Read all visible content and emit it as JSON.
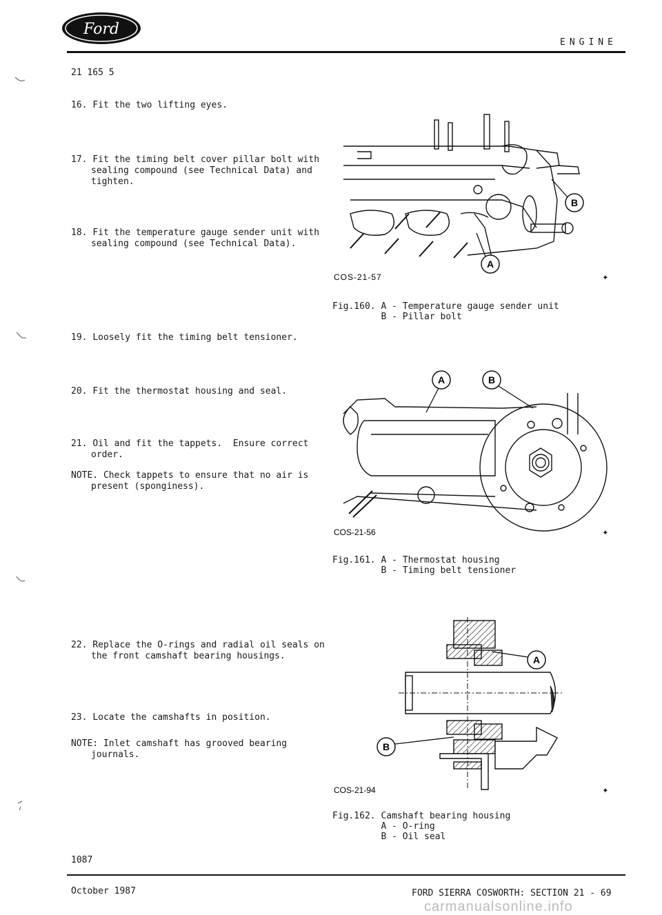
{
  "header": {
    "logo_text": "Ford",
    "section": "ENGINE",
    "doc_number": "21 165 5"
  },
  "steps": [
    {
      "num": "16.",
      "lines": [
        "Fit the two lifting eyes."
      ]
    },
    {
      "num": "17.",
      "lines": [
        "Fit the timing belt cover pillar bolt with",
        "sealing compound (see Technical Data) and",
        "tighten."
      ]
    },
    {
      "num": "18.",
      "lines": [
        "Fit the temperature gauge sender unit with",
        "sealing compound (see Technical Data)."
      ]
    },
    {
      "num": "19.",
      "lines": [
        "Loosely fit the timing belt tensioner."
      ]
    },
    {
      "num": "20.",
      "lines": [
        "Fit the thermostat housing and seal."
      ]
    },
    {
      "num": "21.",
      "lines": [
        "Oil and fit the tappets.  Ensure correct",
        "order."
      ]
    },
    {
      "num": "NOTE.",
      "lines": [
        "Check tappets to ensure that no air is",
        "present (sponginess)."
      ]
    },
    {
      "num": "22.",
      "lines": [
        "Replace the O-rings and radial oil seals on",
        "the front camshaft bearing housings."
      ]
    },
    {
      "num": "23.",
      "lines": [
        "Locate the camshafts in position."
      ]
    },
    {
      "num": "NOTE:",
      "lines": [
        "Inlet camshaft has grooved bearing",
        "journals."
      ]
    }
  ],
  "figures": [
    {
      "code": "COS-21-57",
      "caption_lines": [
        "Fig.160. A - Temperature gauge sender unit",
        "         B - Pillar bolt"
      ],
      "callouts": [
        "A",
        "B"
      ]
    },
    {
      "code": "COS-21-56",
      "caption_lines": [
        "Fig.161. A - Thermostat housing",
        "         B - Timing belt tensioner"
      ],
      "callouts": [
        "A",
        "B"
      ]
    },
    {
      "code": "COS-21-94",
      "caption_lines": [
        "Fig.162. Camshaft bearing housing",
        "         A - O-ring",
        "         B - Oil seal"
      ],
      "callouts": [
        "A",
        "B"
      ]
    }
  ],
  "footer": {
    "page_number": "1087",
    "date": "October 1987",
    "title": "FORD SIERRA COSWORTH: SECTION 21 - 69",
    "watermark": "carmanualsonline.info"
  }
}
